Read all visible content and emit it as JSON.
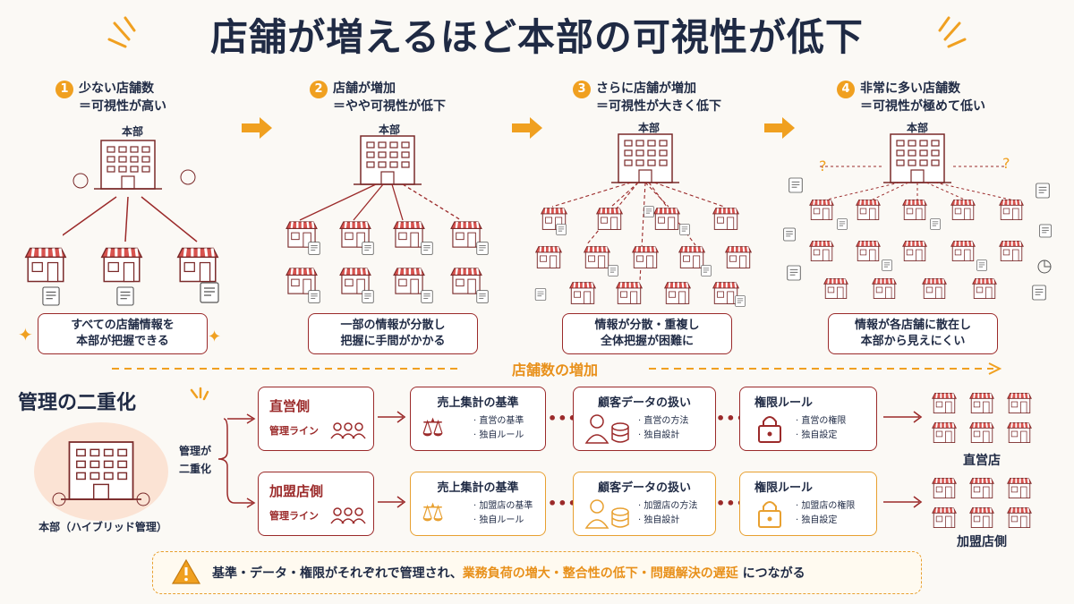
{
  "title": "店舗が増えるほど本部の可視性が低下",
  "stages": [
    {
      "num": "1",
      "line1": "少ない店舗数",
      "line2": "＝可視性が高い",
      "hq": "本部",
      "caption1": "すべての店舗情報を",
      "caption2": "本部が把握できる"
    },
    {
      "num": "2",
      "line1": "店舗が増加",
      "line2": "＝やや可視性が低下",
      "hq": "本部",
      "caption1": "一部の情報が分散し",
      "caption2": "把握に手間がかかる"
    },
    {
      "num": "3",
      "line1": "さらに店舗が増加",
      "line2": "＝可視性が大きく低下",
      "hq": "本部",
      "caption1": "情報が分散・重複し",
      "caption2": "全体把握が困難に"
    },
    {
      "num": "4",
      "line1": "非常に多い店舗数",
      "line2": "＝可視性が極めて低い",
      "hq": "本部",
      "caption1": "情報が各店舗に散在し",
      "caption2": "本部から見えにくい"
    }
  ],
  "increase_label": "店舗数の増加",
  "dual": {
    "heading": "管理の二重化",
    "hq_label": "本部（ハイブリッド管理）",
    "split_label1": "管理が",
    "split_label2": "二重化",
    "rows": [
      {
        "name": "直営側",
        "line": "管理ライン",
        "sales_title": "売上集計の基準",
        "sales_b1": "直営の基準",
        "sales_b2": "独自ルール",
        "cust_title": "顧客データの扱い",
        "cust_b1": "直営の方法",
        "cust_b2": "独自設計",
        "perm_title": "権限ルール",
        "perm_b1": "直営の権限",
        "perm_b2": "独自設定",
        "group": "直営店"
      },
      {
        "name": "加盟店側",
        "line": "管理ライン",
        "sales_title": "売上集計の基準",
        "sales_b1": "加盟店の基準",
        "sales_b2": "独自ルール",
        "cust_title": "顧客データの扱い",
        "cust_b1": "加盟店の方法",
        "cust_b2": "独自設計",
        "perm_title": "権限ルール",
        "perm_b1": "加盟店の権限",
        "perm_b2": "独自設定",
        "group": "加盟店側"
      }
    ]
  },
  "warning": {
    "part1": "基準・データ・権限がそれぞれで管理され、",
    "part2": "業務負荷の増大・整合性の低下・問題解決の遅延",
    "part3": "につながる"
  },
  "colors": {
    "accent": "#f0a020",
    "dark_red": "#9b2a2a",
    "navy": "#1f2a44",
    "orange": "#e8a030"
  }
}
